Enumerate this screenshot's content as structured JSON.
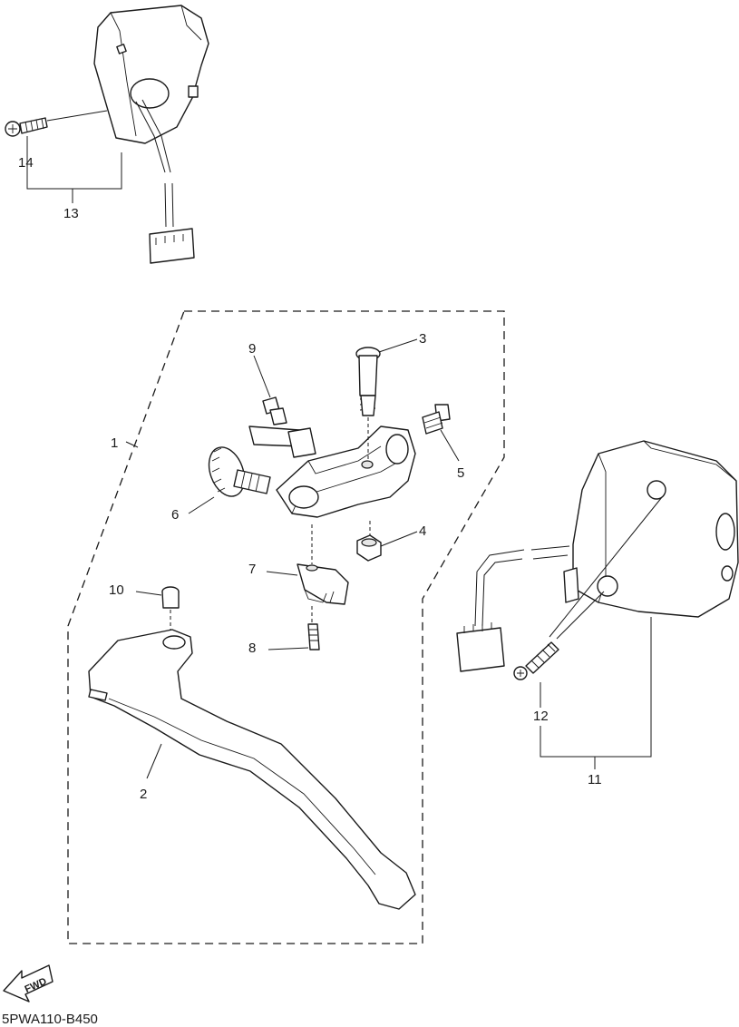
{
  "callouts": {
    "c1": "1",
    "c2": "2",
    "c3": "3",
    "c4": "4",
    "c5": "5",
    "c6": "6",
    "c7": "7",
    "c8": "8",
    "c9": "9",
    "c10": "10",
    "c11": "11",
    "c12": "12",
    "c13": "13",
    "c14": "14"
  },
  "forward_marker": "FWD",
  "diagram_code": "5PWA110-B450"
}
